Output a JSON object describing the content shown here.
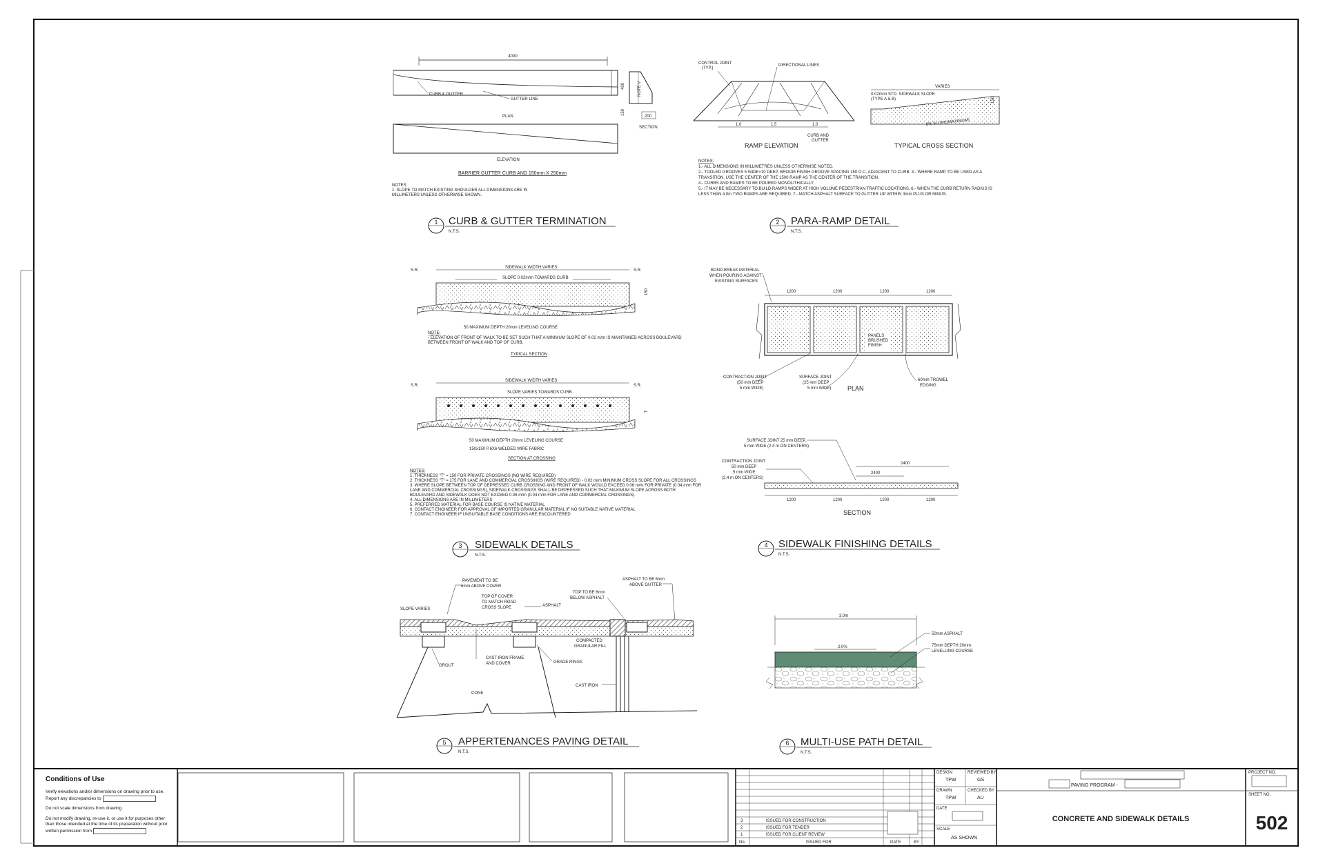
{
  "details": [
    {
      "number": "1",
      "title": "CURB & GUTTER TERMINATION",
      "scale": "N.T.S."
    },
    {
      "number": "2",
      "title": "PARA-RAMP DETAIL",
      "scale": "N.T.S."
    },
    {
      "number": "3",
      "title": "SIDEWALK DETAILS",
      "scale": "N.T.S."
    },
    {
      "number": "4",
      "title": "SIDEWALK FINISHING DETAILS",
      "scale": "N.T.S."
    },
    {
      "number": "5",
      "title": "APPERTENANCES PAVING DETAIL",
      "scale": "N.T.S."
    },
    {
      "number": "6",
      "title": "MULTI-USE PATH DETAIL",
      "scale": "N.T.S."
    }
  ],
  "curb": {
    "dim_top": "4000",
    "curb_gutter": "CURB & GUTTER",
    "gutter_line": "GUTTER LINE",
    "plan": "PLAN",
    "elevation": "ELEVATION",
    "note_v": "NOTE V",
    "dim_400": "400",
    "dim_150": "150",
    "dim_200": "200",
    "section": "SECTION",
    "subtitle": "BARRIER GUTTER CURB AND 150mm X 250mm",
    "notes": [
      "NOTES:",
      "1. SLOPE TO MATCH EXISTING SHOULDER ALL DIMENSIONS ARE IN",
      "MILLIMETERS UNLESS OTHERWISE SHOWN."
    ]
  },
  "ramp": {
    "control_joint": "CONTROL JOINT",
    "typ": "(TYP.)",
    "directional_lines": "DIRECTIONAL LINES",
    "d1": "1.0",
    "d2": "1.5",
    "d3": "1.0",
    "curb_gutter": "CURB AND",
    "curb_gutter2": "GUTTER",
    "ramp_elevation": "RAMP ELEVATION",
    "varies": "VARIES",
    "std_slope": "0.02m/m STD. SIDEWALK SLOPE",
    "type_ab": "(TYPE A & B)",
    "slope8": "8% SLOPE(MAXIMUM)",
    "typical_cross": "TYPICAL CROSS SECTION",
    "dim_150": "150",
    "notes": [
      "NOTES:",
      "1.- ALL DIMENSIONS IN MILLIMETRES UNLESS OTHERWISE NOTED.",
      "2.- TOOLED GROOVES 5 WIDE×10 DEEP, BROOM FINISH GROOVE SPACING 150 O.C. ADJACENT TO CURB. 3.- WHERE RAMP TO BE USED AS A",
      "TRANSITION. USE THE CENTER OF THE 1500 RAMP  AS THE CENTER OF THE TRANSITION.",
      "4.- CURBS AND RAMPS TO BE POURED MONOLITHICALLY.",
      "5.- IT MAY BE NECESSARY TO BUILD RAMPS WIDER AT HIGH VOLUME PEDESTRIAN TRAFFIC LOCATIONS. 6.- WHEN THE CURB RETURN RADIUS IS",
      "LESS THAN 4.0m TWO RAMPS ARE REQUIRED.  7.- MATCH ASPHALT SURFACE TO GUTTER LIP WITHIN 3mm PLUS OR MINUS."
    ]
  },
  "sidewalk": {
    "sr": "S.R.",
    "width_varies": "SIDEWALK WIDTH VARIES",
    "slope_typ": "SLOPE 0.02m/m TOWARDS CURB",
    "slope_cross": "SLOPE VARIES TOWARDS CURB",
    "dim_150": "150",
    "dim_t": "T",
    "leveling": "50 MAXIMUM DEPTH 20mm LEVELING COURSE",
    "leveling2": "50 MAXIMUM DEPTH 20mm LEVELING COURSE",
    "wire": "150x150  P.6X6 WELDED WIRE FABRIC",
    "note_head": "NOTE:",
    "note1": "- ELEVATION OF FRONT OF WALK TO BE SET SUCH THAT A MINIMUM SLOPE OF 0.02 m/m  IS MAINTAINED ACROSS BOULEVARD",
    "note2": "BETWEEN FRONT OF WALK AND TOP OF CURB.",
    "typical_section": "TYPICAL SECTION",
    "section_crossing": "SECTION AT CROSSING",
    "notes": [
      "NOTES:",
      "1.      THICKNESS \"T\" = 150 FOR PRIVATE CROSSINGS (NO WIRE REQUIRED)",
      "2.      THICKNESS \"T\" = 175 FOR LANE AND COMMERCIAL CROSSINGS (WIRE REQUIRED) - 0.02 m/m MINIMUM CROSS SLOPE FOR ALL CROSSINGS",
      "3.      WHERE SLOPE BETWEEN TOP OF DEPRESSED CURB CROSSING AND FRONT OF WALK WOULD EXCEED 0.06 m/m FOR PRIVATE (0.04 m/m FOR",
      "         LANE AND COMMERCIAL CROSSINGS), SIDEWALK CROSSINGS SHALL BE DEPRESSED SUCH THAT MAXIMUM SLOPE ACROSS BOTH",
      "         BOULEVARD AND SIDEWALK DOES NOT EXCEED 0.06 m/m (0.04 m/m FOR LANE AND COMMERCIAL CROSSINGS).",
      "4.      ALL DIMENSIONS ARE IN MILLIMETERS",
      "5.      PREFERRED MATERIAL FOR BASE COURSE IS NATIVE MATERIAL",
      "6.      CONTACT ENGINEER FOR APPROVAL OF IMPORTED GRANULAR MATERIAL IF NO SUITABLE NATIVE MATERIAL",
      "7.      CONTACT ENGINEER IF UNSUITABLE BASE CONDITIONS ARE ENCOUNTERED"
    ]
  },
  "finishing": {
    "bond1": "BOND BREAK MATERIAL",
    "bond2": "WHEN POURING AGAINST",
    "bond3": "EXISTING SURFACES",
    "panel_dim": "1200",
    "panels1": "PANELS",
    "panels2": "BRUSHED",
    "panels3": "FINISH",
    "contraction1": "CONTRACTION JOINT",
    "contraction2": "(50 mm DEEP",
    "contraction3": "5 mm WIDE)",
    "surface1": "SURFACE JOINT",
    "surface2": "(25 mm DEEP",
    "surface3": "5 mm WIDE)",
    "plan": "PLAN",
    "trowel1": "60mm TROWEL",
    "trowel2": "EDGING",
    "sj1": "SURFACE JOINT 25 mm DEEP,",
    "sj2": "5 mm WIDE (2.4 m ON CENTERS)",
    "cj1": "CONTRACTION JOINT",
    "cj2": "50 mm DEEP",
    "cj3": "5 mm WIDE",
    "cj4": "(2.4 m ON CENTERS)",
    "dim_2400": "2400",
    "section": "SECTION"
  },
  "appurtenances": {
    "pavement1": "PAVEMENT TO BE",
    "pavement2": "6mm ABOVE COVER",
    "topcover1": "TOP OF COVER",
    "topcover2": "TO MATCH ROAD",
    "topcover3": "CROSS SLOPE",
    "slope_varies": "SLOPE VARIES",
    "asphalt": "ASPHALT",
    "top6_1": "TOP  TO  BE 6mm",
    "top6_2": "BELOW ASPHALT",
    "asph_above1": "ASPHALT TO BE 6mm",
    "asph_above2": "ABOVE GUTTER",
    "compacted1": "COMPACTED",
    "compacted2": "GRANULAR FILL",
    "grade_rings": "GRADE RINGS",
    "cast_frame1": "CAST IRON FRAME",
    "cast_frame2": "AND COVER",
    "grout": "GROUT",
    "cone": "CONE",
    "cast_iron": "CAST IRON"
  },
  "path": {
    "width": "3.0m",
    "slope": "2.0%",
    "asphalt": "50mm ASPHALT",
    "lev1": "75mm DEPTH 20mm",
    "lev2": "LEVELLING COURSE",
    "asphalt_color": "#5e8c74"
  },
  "titleblock": {
    "conditions_title": "Conditions of Use",
    "cond1": "Verify elevations and/or dimensions on drawing prior to use.",
    "cond2": "Report any discrepancies to",
    "cond3": "Do not scale dimensions from drawing",
    "cond4": "Do not modify drawing, re-use it, or use it for purposes other",
    "cond5": "than those intended at the time of its preparation without prior",
    "cond6": "written permission from",
    "issues": [
      {
        "no": "3",
        "desc": "ISSUED FOR CONSTRUCTION"
      },
      {
        "no": "2",
        "desc": "ISSUED FOR TENDER"
      },
      {
        "no": "1",
        "desc": "ISSUED FOR CLIENT REVIEW"
      }
    ],
    "hdr_no": "No.",
    "hdr_issued": "ISSUED FOR",
    "hdr_date": "DATE",
    "hdr_by": "BY",
    "design_label": "DESIGN",
    "design_val": "TPW",
    "reviewed_label": "REVIEWED BY",
    "reviewed_val": "GS",
    "drawn_label": "DRAWN",
    "drawn_val": "TPW",
    "checked_label": "CHECKED BY",
    "checked_val": "AU",
    "date_label": "DATE",
    "scale_label": "SCALE",
    "scale_val": "AS SHOWN",
    "program": "PAVING PROGRAM -",
    "drawing_title": "CONCRETE AND SIDEWALK DETAILS",
    "project_no_label": "PROJECT NO.",
    "sheet_no_label": "SHEET NO.",
    "sheet_no": "502"
  }
}
